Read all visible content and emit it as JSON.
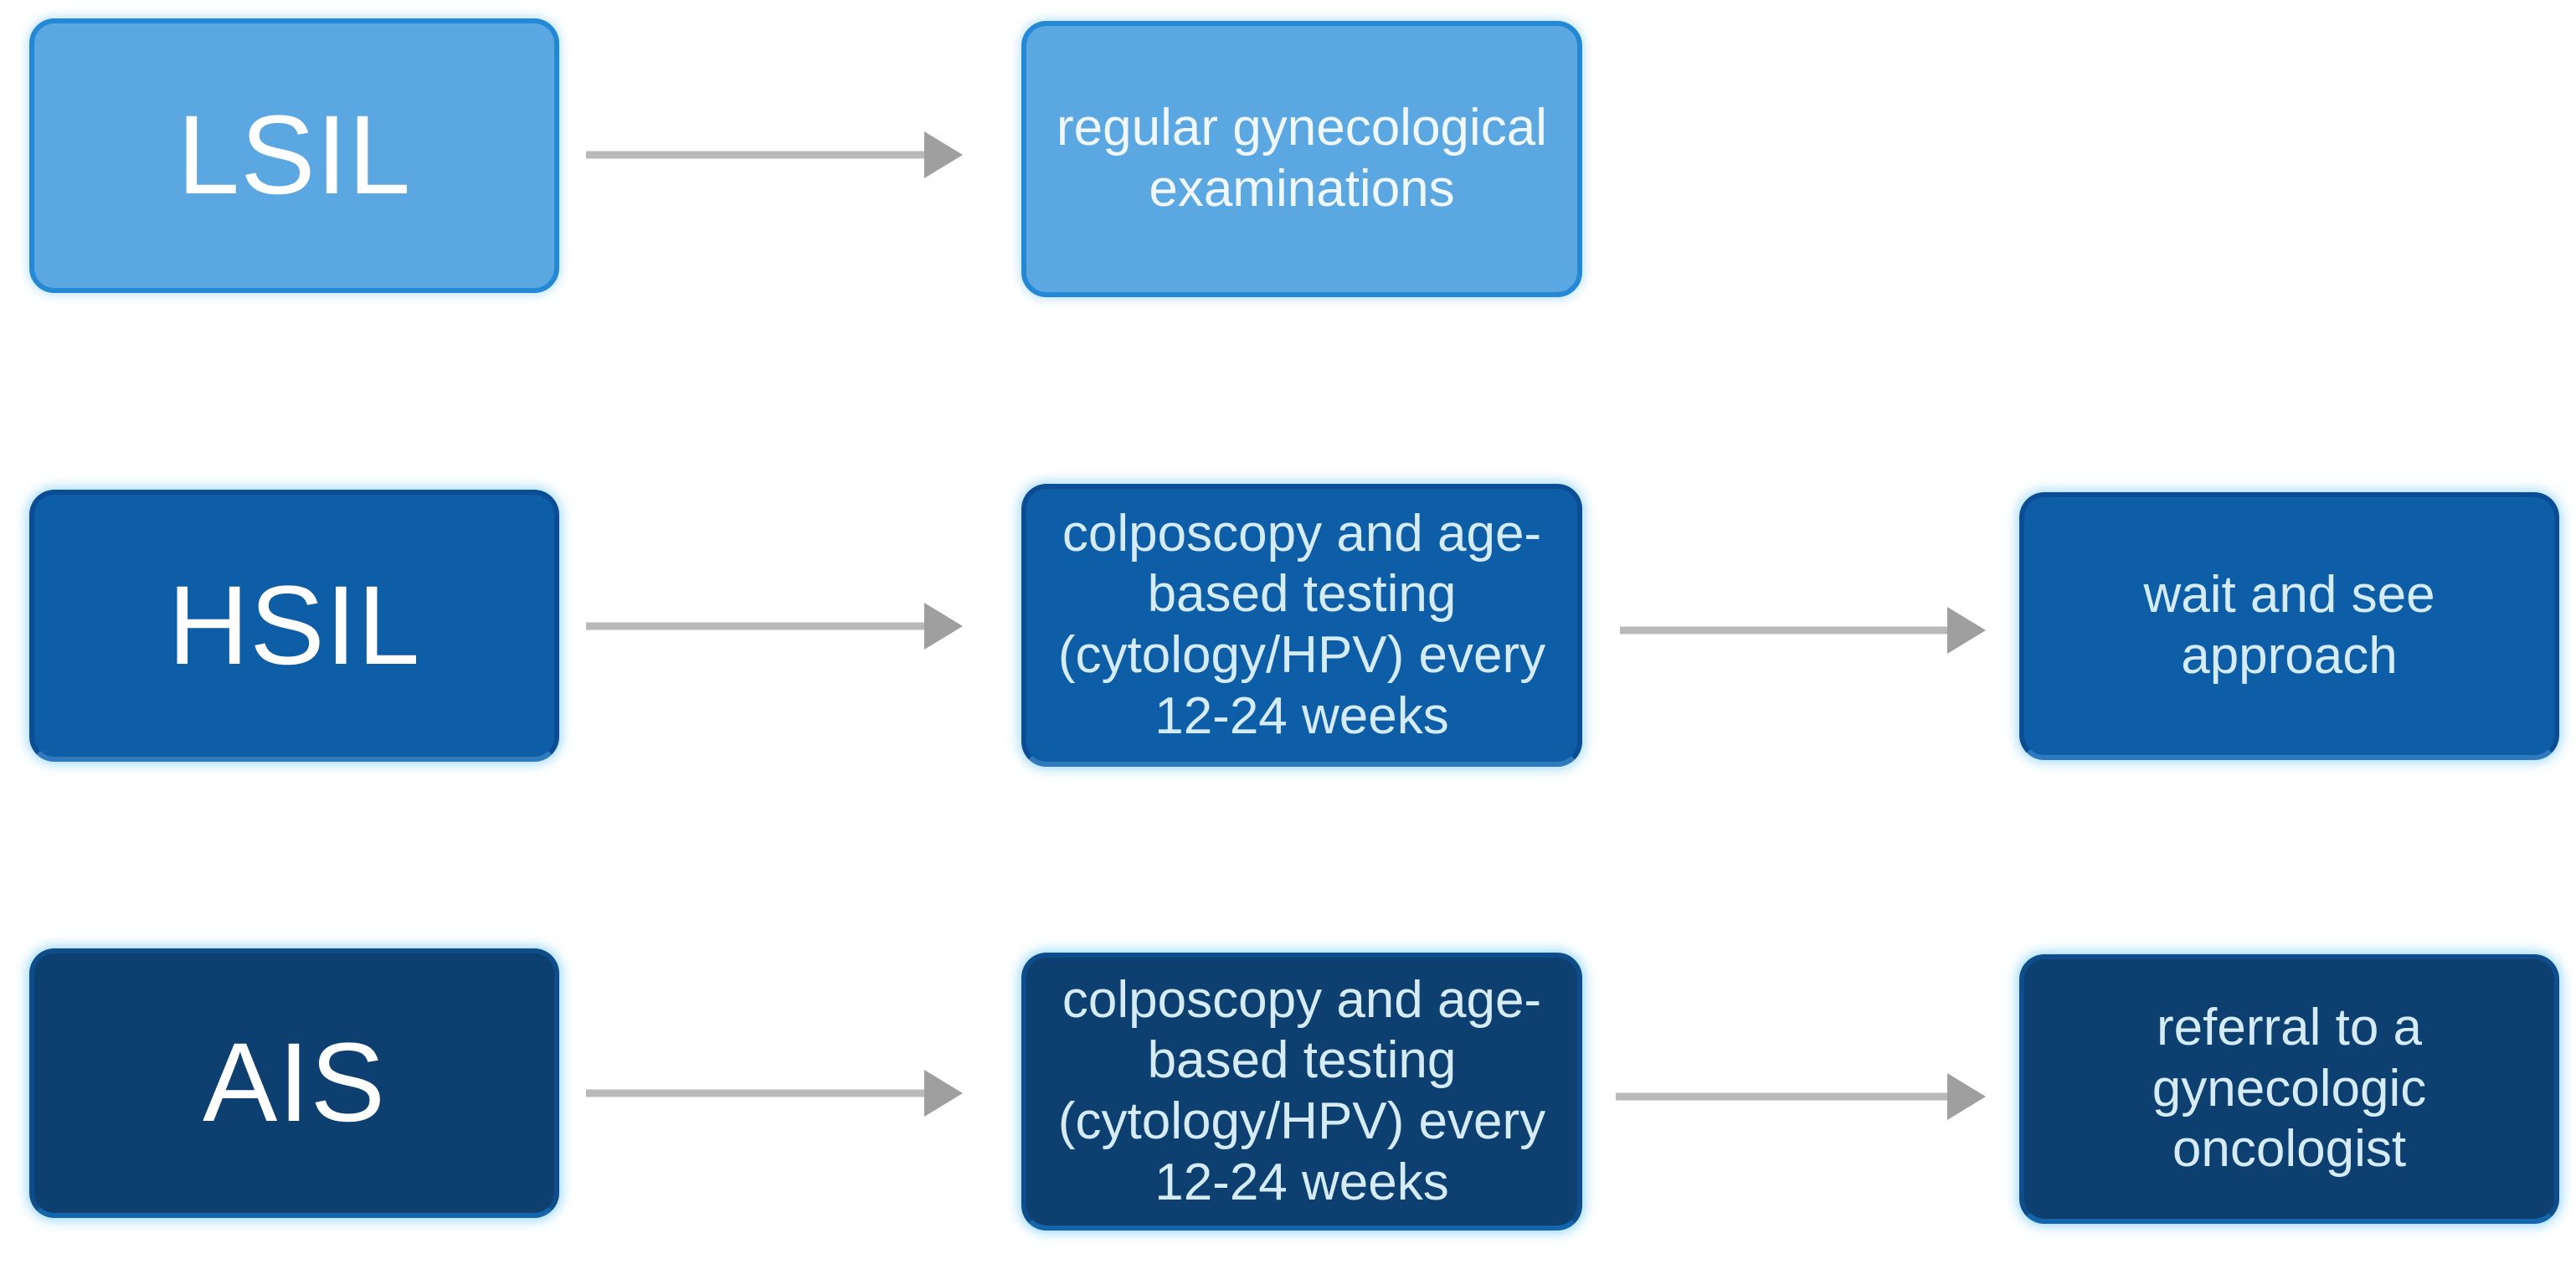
{
  "rows": [
    {
      "label": "LSIL",
      "followup": "regular gynecological examinations"
    },
    {
      "label": "HSIL",
      "followup": "colposcopy and age-based testing (cytology/HPV) every 12-24 weeks",
      "outcome": "wait and see approach"
    },
    {
      "label": "AIS",
      "followup": "colposcopy and age-based testing (cytology/HPV) every 12-24 weeks",
      "outcome": "referral to a gynecologic oncologist"
    }
  ],
  "colors": {
    "light_blue_fill": "#5ba7e2",
    "light_blue_border": "#2488d5",
    "medium_blue_fill": "#0e5da7",
    "medium_blue_border": "#0b4d94",
    "dark_blue_fill": "#0d4070",
    "dark_blue_border": "#0f4d8a",
    "label_text": "#ffffff",
    "step_text": "#d5ecf6",
    "arrow": "#b9b9b9"
  }
}
